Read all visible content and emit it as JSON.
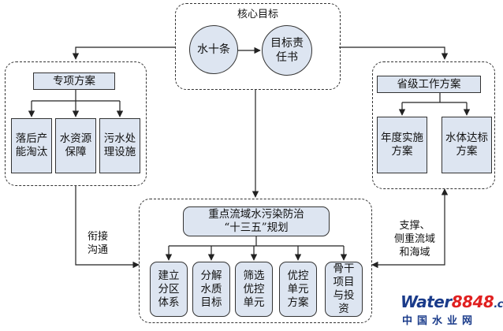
{
  "core": {
    "title": "核心目标",
    "circle_left": "水十条",
    "circle_right": "目标责\n任书"
  },
  "special": {
    "title": "专项方案",
    "items": [
      "落后产能淘汰",
      "水资源保障",
      "污水处理设施"
    ]
  },
  "provincial": {
    "title": "省级工作方案",
    "items": [
      "年度实施方案",
      "水体达标方案"
    ]
  },
  "plan": {
    "title": "重点流域水污染防治\n“十三五”规划",
    "items": [
      "建立分区体系",
      "分解水质目标",
      "筛选优控单元",
      "优控单元方案",
      "骨干项目与投资"
    ]
  },
  "labels": {
    "left": "衔接\n沟通",
    "right": "支撑、\n侧重流域\n和海域"
  },
  "watermark": {
    "brand_prefix": "Water",
    "brand_number": "8848",
    "brand_suffix": ".com",
    "brand_cn": "中国水业网"
  },
  "colors": {
    "box_fill": "#dde5f1",
    "wm_blue": "#1a3b8a",
    "wm_red": "#e02020",
    "wm_orange": "#f08a00"
  }
}
